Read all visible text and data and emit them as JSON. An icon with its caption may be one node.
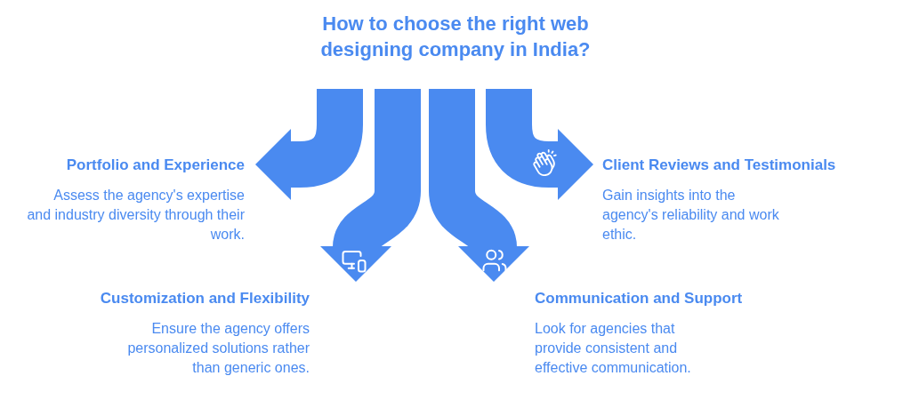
{
  "diagram": {
    "title": "How to choose the right web designing company in India?",
    "nodes": [
      {
        "text": [
          "Portfolio and Experience",
          "Assess the agency's expertise and industry diversity through their work."
        ]
      },
      {
        "text": [
          "Client Reviews and Testimonials",
          "Gain insights into the agency's reliability and work ethic."
        ]
      },
      {
        "text": [
          "Customization and Flexibility",
          "Ensure the agency offers personalized solutions rather than generic ones."
        ]
      },
      {
        "text": [
          "Communication and Support",
          "Look for agencies that provide consistent and effective communication."
        ]
      }
    ],
    "edges": [
      {
        "from": null,
        "to": 0,
        "arrow": "to"
      },
      {
        "from": null,
        "to": 2,
        "arrow": "to"
      },
      {
        "from": null,
        "to": 3,
        "arrow": "to"
      },
      {
        "from": null,
        "to": 1,
        "arrow": "to"
      }
    ]
  }
}
